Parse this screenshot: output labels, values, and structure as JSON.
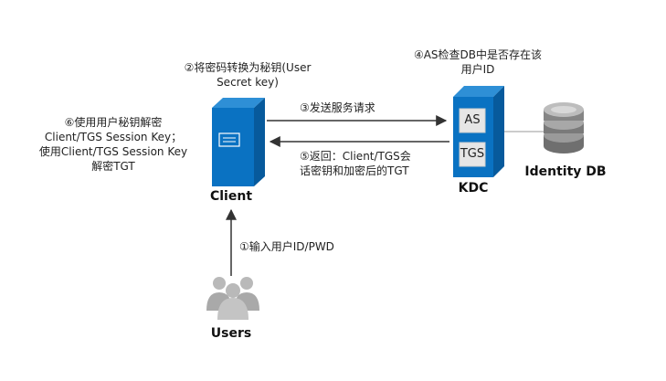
{
  "labels": {
    "step2_line1": "②将密码转换为秘钥(User",
    "step2_line2": "Secret key)",
    "step4_line1": "④AS检查DB中是否存在该",
    "step4_line2": "用户ID",
    "step6_line1": "⑥使用用户秘钥解密",
    "step6_line2": "Client/TGS Session Key；",
    "step6_line3": "使用Client/TGS Session Key",
    "step6_line4": "解密TGT",
    "step3": "③发送服务请求",
    "step5_line1": "⑤返回：Client/TGS会",
    "step5_line2": "话密钥和加密后的TGT",
    "step1": "①输入用户ID/PWD"
  },
  "nodes": {
    "client": "Client",
    "kdc": "KDC",
    "as": "AS",
    "tgs": "TGS",
    "identity_db": "Identity DB",
    "users": "Users"
  },
  "colors": {
    "server_blue": "#0a72c2",
    "server_dark": "#075a9c",
    "server_light": "#2e8fd6",
    "arrow": "#333333",
    "db_gray": "#8a8a8a",
    "users_gray": "#b9b9b9"
  }
}
